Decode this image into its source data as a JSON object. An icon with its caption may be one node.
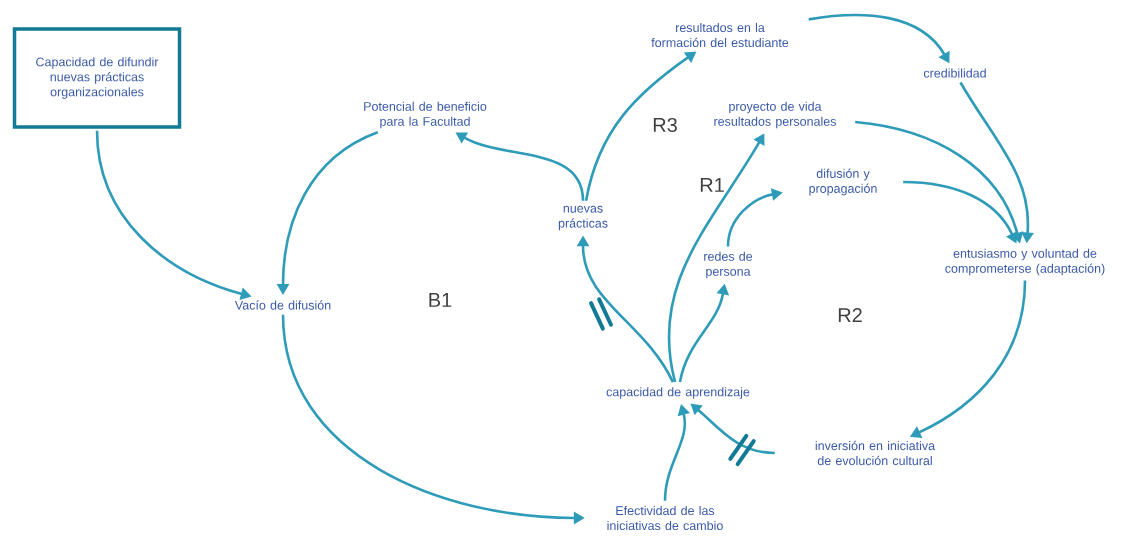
{
  "diagram": {
    "nodes": [
      {
        "text": [
          "Capacidad de difundir nuevas prácticas organizacionales"
        ]
      },
      {
        "text": [
          "Potencial de beneficio para la Facultad"
        ]
      },
      {
        "text": [
          "resultados en la formación del estudiante"
        ]
      },
      {
        "text": [
          "credibilidad"
        ]
      },
      {
        "text": [
          "proyecto de vida resultados personales"
        ]
      },
      {
        "text": [
          "nuevas prácticas"
        ]
      },
      {
        "text": [
          "difusión y propagación"
        ]
      },
      {
        "text": [
          "redes de persona"
        ]
      },
      {
        "text": [
          "entusiasmo y voluntad de comprometerse (adaptación)"
        ]
      },
      {
        "text": [
          "Vacío de difusión"
        ]
      },
      {
        "text": [
          "capacidad de aprendizaje"
        ]
      },
      {
        "text": [
          "inversión en iniciativa de evolución cultural"
        ]
      },
      {
        "text": [
          "Efectividad de las iniciativas de cambio"
        ]
      }
    ],
    "edges": [
      {
        "from": 0,
        "to": 9,
        "arrow": "to"
      },
      {
        "from": 1,
        "to": 9,
        "arrow": "to"
      },
      {
        "from": 9,
        "to": 12,
        "arrow": "to"
      },
      {
        "from": 12,
        "to": 10,
        "arrow": "to"
      },
      {
        "from": 11,
        "to": 10,
        "arrow": "to"
      },
      {
        "from": 10,
        "to": 5,
        "arrow": "to"
      },
      {
        "from": 10,
        "to": 4,
        "arrow": "to"
      },
      {
        "from": 10,
        "to": 7,
        "arrow": "to"
      },
      {
        "from": 7,
        "to": 6,
        "arrow": "to"
      },
      {
        "from": 5,
        "to": 1,
        "arrow": "to"
      },
      {
        "from": 5,
        "to": 2,
        "arrow": "to"
      },
      {
        "from": 2,
        "to": 3,
        "arrow": "to"
      },
      {
        "from": 3,
        "to": 8,
        "arrow": "to"
      },
      {
        "from": 4,
        "to": 8,
        "arrow": "to"
      },
      {
        "from": 6,
        "to": 8,
        "arrow": "to"
      },
      {
        "from": 8,
        "to": 11,
        "arrow": "to"
      }
    ],
    "labels": [
      "R3",
      "R1",
      "B1",
      "R2"
    ]
  }
}
